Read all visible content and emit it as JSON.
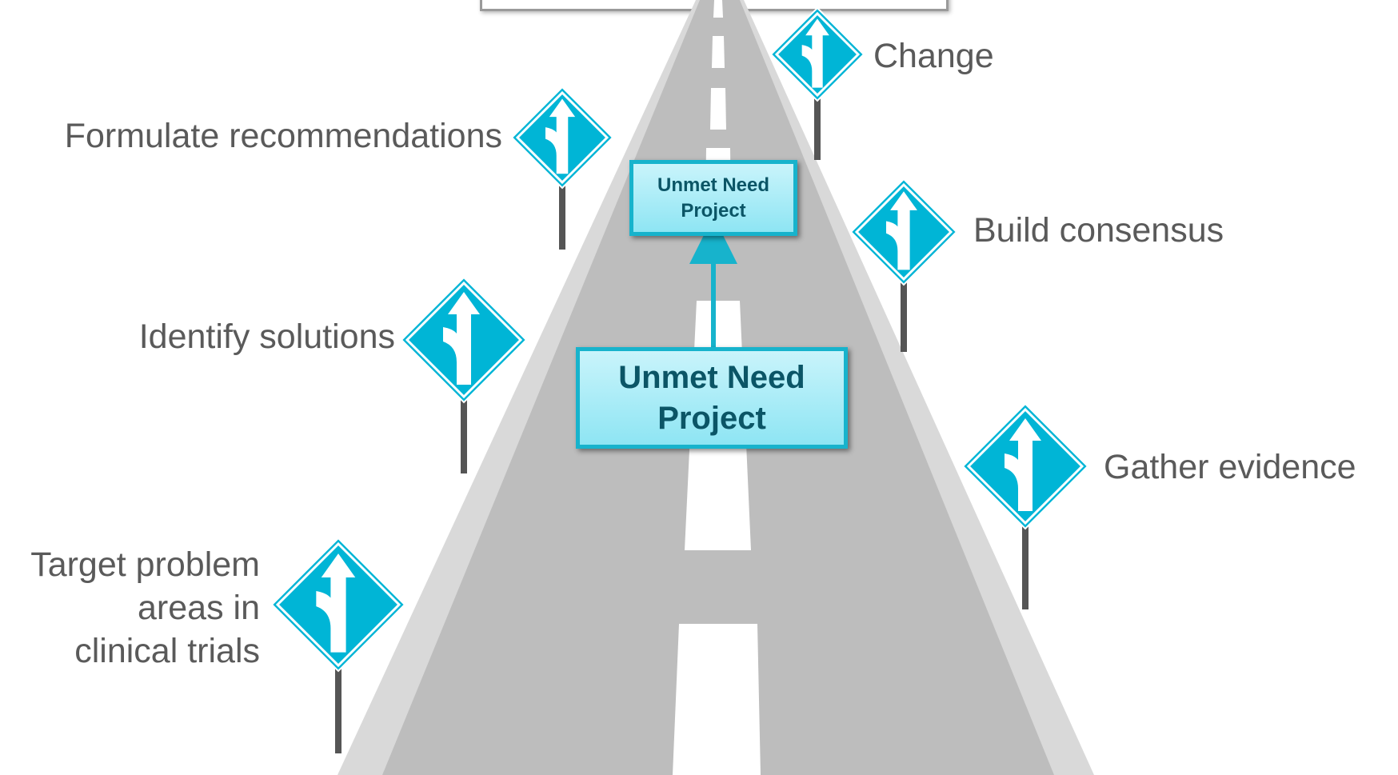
{
  "colors": {
    "sign": "#00b5d6",
    "road": "#bdbdbd",
    "shoulder": "#d9d9d9",
    "pole": "#555555",
    "label": "#5a5a5a",
    "box_border": "#17b3cc"
  },
  "milestones": [
    {
      "text": "Change",
      "side": "right"
    },
    {
      "text": "Formulate recommendations",
      "side": "left"
    },
    {
      "text": "Build consensus",
      "side": "right"
    },
    {
      "text": "Identify solutions",
      "side": "left"
    },
    {
      "text": "Gather evidence",
      "side": "right"
    },
    {
      "text": "Target problem\nareas in\nclinical trials",
      "side": "left"
    }
  ],
  "project_small": {
    "line1": "Unmet Need",
    "line2": "Project"
  },
  "project_large": {
    "line1": "Unmet Need",
    "line2": "Project"
  },
  "sign_icon": "merge-sign-icon"
}
